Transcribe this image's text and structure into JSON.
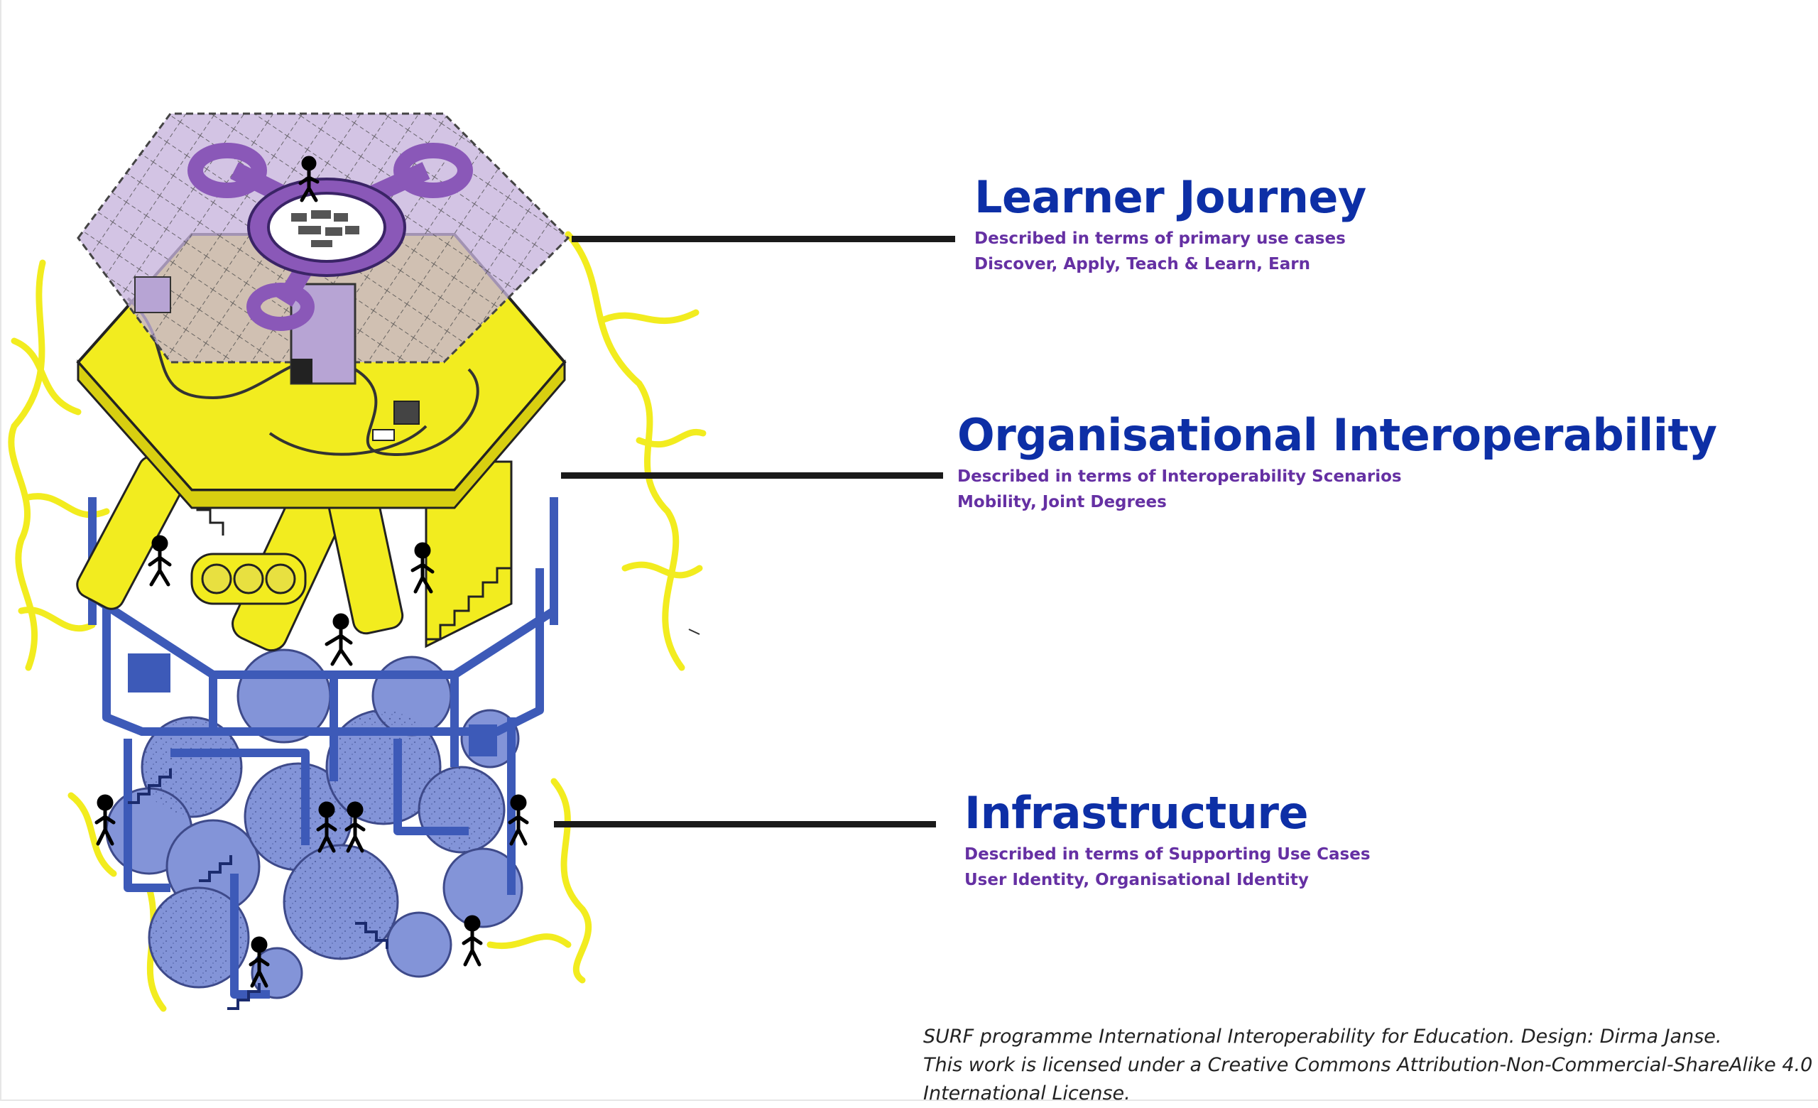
{
  "sections": [
    {
      "title": "Learner Journey",
      "line1": "Described in terms of primary use cases",
      "line2": "Discover, Apply, Teach & Learn, Earn"
    },
    {
      "title": "Organisational Interoperability",
      "line1": "Described in terms of Interoperability Scenarios",
      "line2": "Mobility, Joint Degrees"
    },
    {
      "title": "Infrastructure",
      "line1": "Described in terms of Supporting Use Cases",
      "line2": "User Identity, Organisational Identity"
    }
  ],
  "credit": {
    "line1": "SURF programme International Interoperability for Education. Design: Dirma Janse.",
    "line2": "This work is licensed under a Creative Commons Attribution-Non-Commercial-ShareAlike 4.0",
    "line3": "International License."
  },
  "colors": {
    "title": "#0d2fa6",
    "subtitle": "#6530a3",
    "leader": "#1a1a1a",
    "top_layer": "#c7b3dc",
    "middle_layer": "#f2ec1f",
    "frame": "#3d5ab8",
    "bubbles": "#8394d8"
  }
}
